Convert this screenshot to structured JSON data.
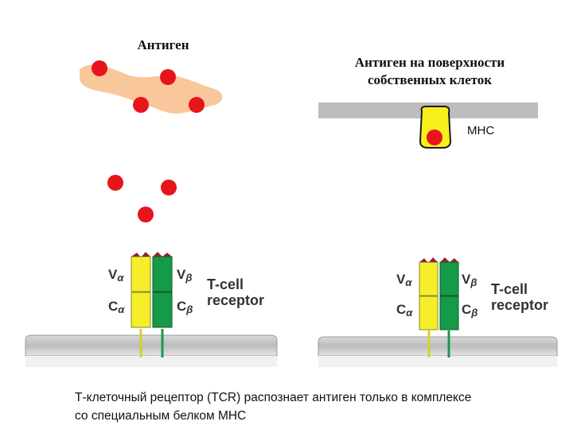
{
  "left_panel": {
    "title": "Антиген",
    "receptor": {
      "label_line1": "T-cell",
      "label_line2": "receptor",
      "v_alpha": "V",
      "v_beta": "V",
      "c_alpha": "C",
      "c_beta": "C",
      "alpha": "α",
      "beta": "β"
    }
  },
  "right_panel": {
    "title_line1": "Антиген на поверхности",
    "title_line2": "собственных клеток",
    "mhc_label": "MHC",
    "receptor": {
      "label_line1": "T-cell",
      "label_line2": "receptor",
      "v_alpha": "V",
      "v_beta": "V",
      "c_alpha": "C",
      "c_beta": "C",
      "alpha": "α",
      "beta": "β"
    }
  },
  "caption": {
    "line1": "Т-клеточный рецептор (TCR) распознает антиген только в комплексе",
    "line2": "со специальным белком MHC"
  },
  "colors": {
    "antigen_red": "#e8141b",
    "carrier_peach": "#f9c79c",
    "alpha_chain_yellow": "#f6ee2a",
    "beta_chain_green": "#159a47",
    "membrane_gray": "#bdbdbd",
    "mhc_yellow": "#f7f01c"
  }
}
